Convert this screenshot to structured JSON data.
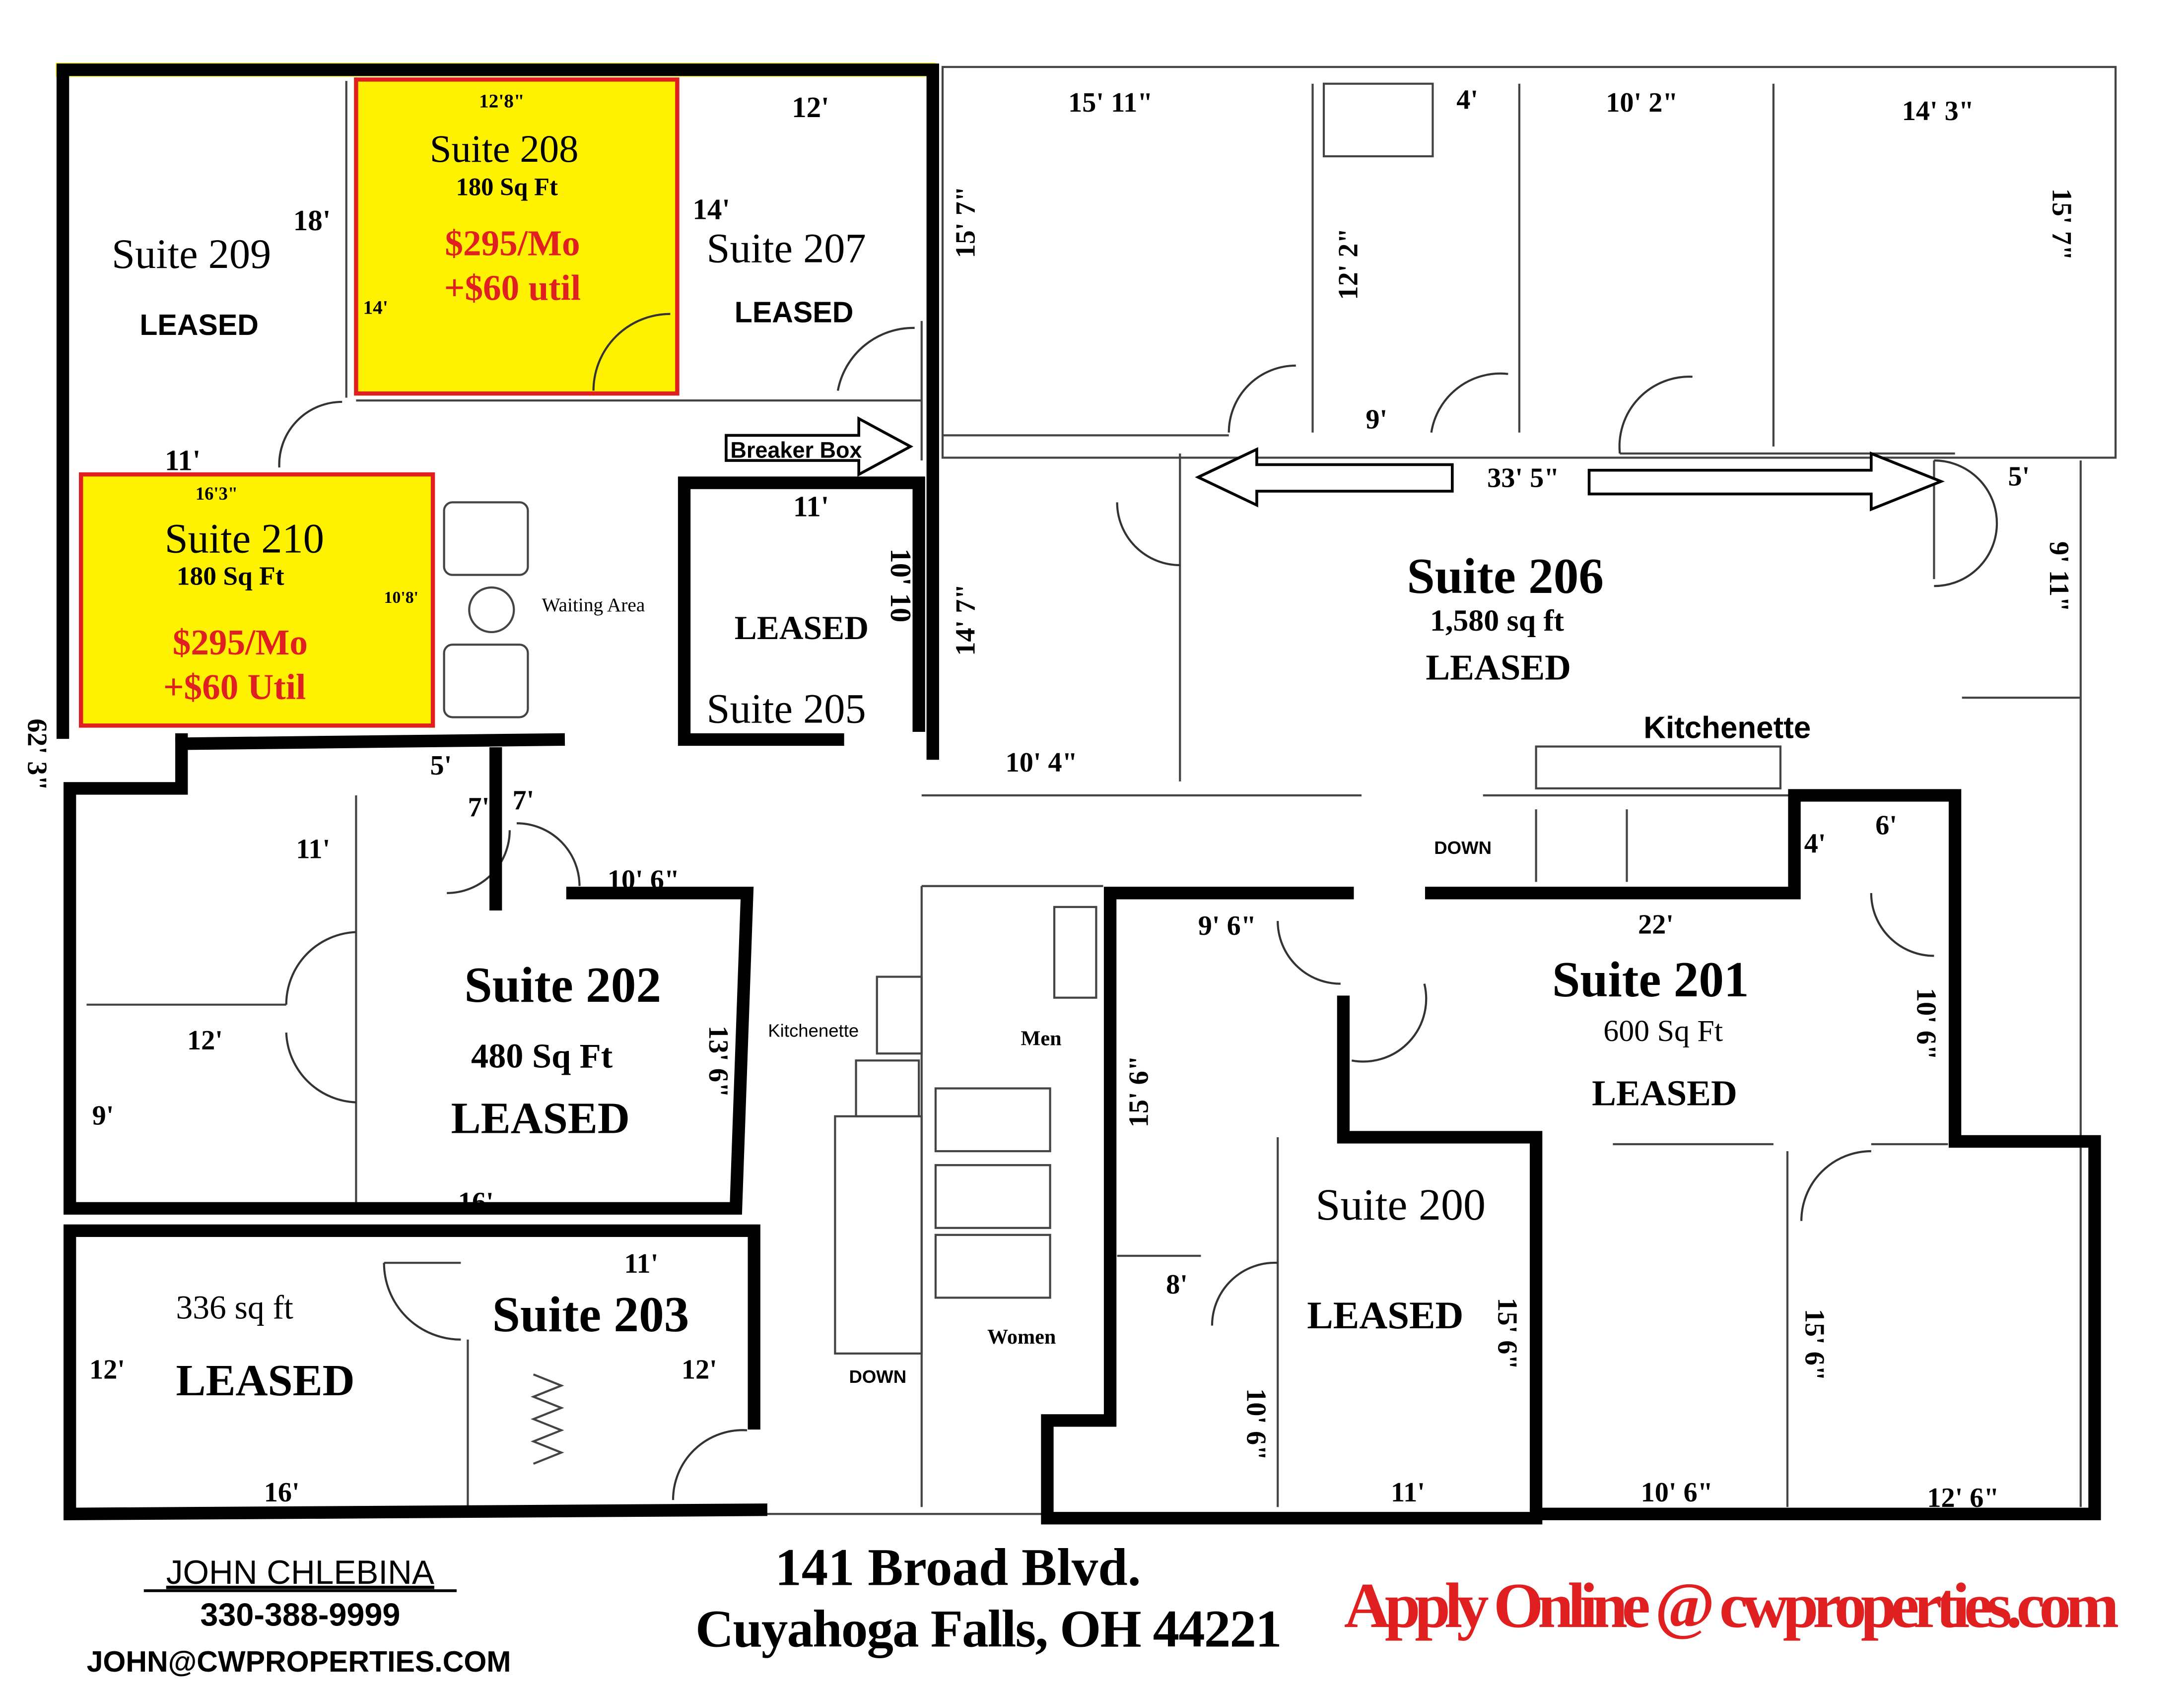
{
  "colors": {
    "available_fill": "#FFF200",
    "available_border": "#E02020",
    "price_text": "#E02020",
    "wall": "#000000"
  },
  "suites": {
    "s209": {
      "name": "Suite 209",
      "status": "LEASED",
      "dims": [
        "18'",
        "11'"
      ]
    },
    "s208": {
      "name": "Suite 208",
      "area": "180 Sq Ft",
      "price": "$295/Mo",
      "util": "+$60 util",
      "dims": [
        "12'8\"",
        "14'"
      ]
    },
    "s207": {
      "name": "Suite 207",
      "status": "LEASED",
      "dims": [
        "12'",
        "14'"
      ]
    },
    "s210": {
      "name": "Suite 210",
      "area": "180 Sq Ft",
      "price": "$295/Mo",
      "util": "+$60 Util",
      "dims": [
        "16'3\"",
        "10'8'"
      ]
    },
    "s205": {
      "name": "Suite 205",
      "status": "LEASED",
      "dims": [
        "11'",
        "10' 10"
      ]
    },
    "s206": {
      "name": "Suite 206",
      "area": "1,580 sq ft",
      "status": "LEASED",
      "dims": [
        "15' 11\"",
        "4'",
        "10' 2\"",
        "14' 3\"",
        "15' 7\"",
        "12' 2\"",
        "15' 7\"",
        "9'",
        "33' 5\"",
        "5'",
        "9' 11\"",
        "14' 7\"",
        "10' 4\""
      ]
    },
    "s202": {
      "name": "Suite 202",
      "area": "480 Sq Ft",
      "status": "LEASED",
      "dims": [
        "5'",
        "7'",
        "7'",
        "11'",
        "10' 6\"",
        "12'",
        "9'",
        "13' 6\"",
        "16'"
      ]
    },
    "s203": {
      "name": "Suite 203",
      "area": "336 sq ft",
      "status": "LEASED",
      "dims": [
        "11'",
        "12'",
        "12'",
        "16'"
      ]
    },
    "s201": {
      "name": "Suite 201",
      "area": "600 Sq Ft",
      "status": "LEASED",
      "dims": [
        "22'",
        "4'",
        "6'",
        "10' 6\"",
        "15' 6\"",
        "10' 6\"",
        "12' 6\""
      ]
    },
    "s200": {
      "name": "Suite 200",
      "status": "LEASED",
      "dims": [
        "9' 6\"",
        "15' 6\"",
        "8'",
        "10' 6\"",
        "15' 6\"",
        "11'"
      ]
    }
  },
  "labels": {
    "breaker_box": "Breaker Box",
    "waiting_area": "Waiting Area",
    "kitchenette_main": "Kitchenette",
    "kitchenette_small": "Kitchenette",
    "men": "Men",
    "women": "Women",
    "down1": "DOWN",
    "down2": "DOWN",
    "overall": "62' 3\""
  },
  "footer": {
    "contact_name": "JOHN CHLEBINA",
    "phone": "330-388-9999",
    "email": "JOHN@CWPROPERTIES.COM",
    "address_line1": "141 Broad Blvd.",
    "address_line2": "Cuyahoga Falls, OH 44221",
    "apply": "Apply Online @ cwproperties.com"
  }
}
